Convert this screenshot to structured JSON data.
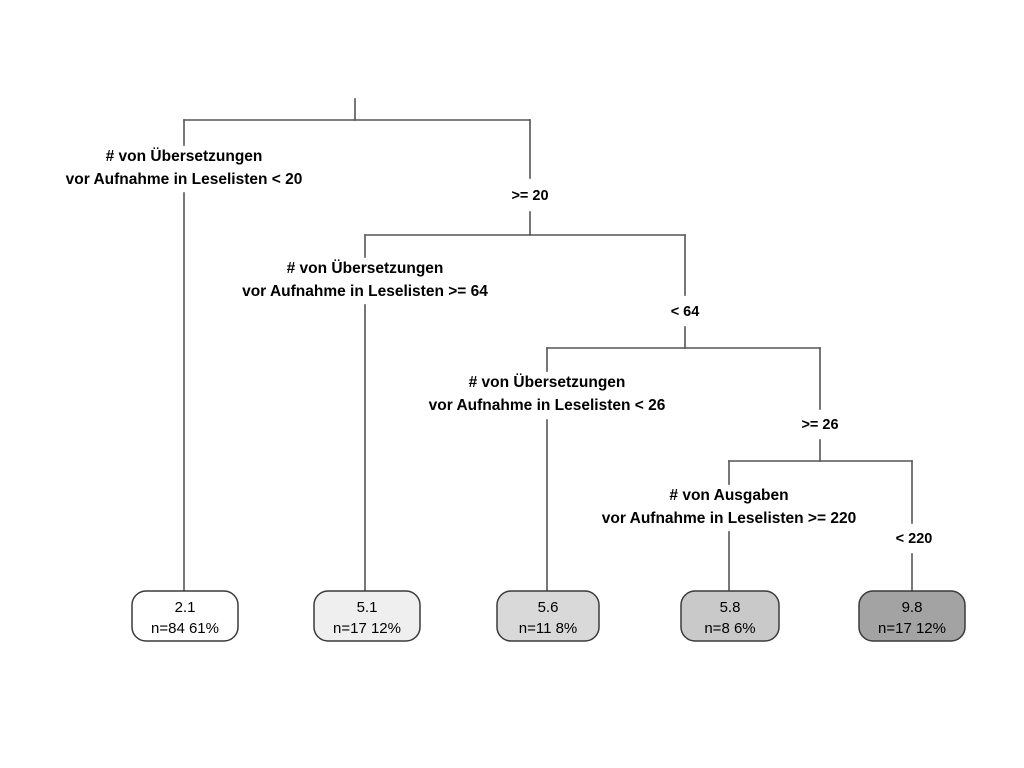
{
  "chart_data": {
    "type": "diagram",
    "diagram_kind": "decision-tree",
    "title": "",
    "nodes": [
      {
        "id": "split-1",
        "kind": "split",
        "variable": "# von Übersetzungen",
        "line1": "# von Übersetzungen",
        "line2": "vor Aufnahme in Leselisten < 20",
        "left_branch": "< 20",
        "right_branch": ">= 20"
      },
      {
        "id": "split-2",
        "kind": "split",
        "variable": "# von Übersetzungen",
        "line1": "# von Übersetzungen",
        "line2": "vor Aufnahme in Leselisten >= 64",
        "left_branch": ">= 64",
        "right_branch": "< 64"
      },
      {
        "id": "split-3",
        "kind": "split",
        "variable": "# von Übersetzungen",
        "line1": "# von Übersetzungen",
        "line2": "vor Aufnahme in Leselisten < 26",
        "left_branch": "< 26",
        "right_branch": ">= 26"
      },
      {
        "id": "split-4",
        "kind": "split",
        "variable": "# von Ausgaben",
        "line1": "# von Ausgaben",
        "line2": "vor Aufnahme in Leselisten >= 220",
        "left_branch": ">= 220",
        "right_branch": "< 220"
      }
    ],
    "branch_labels": [
      {
        "id": "branch-ge-20",
        "text": ">= 20"
      },
      {
        "id": "branch-lt-64",
        "text": "< 64"
      },
      {
        "id": "branch-ge-26",
        "text": ">= 26"
      },
      {
        "id": "branch-lt-220",
        "text": "< 220"
      }
    ],
    "leaves": [
      {
        "id": "leaf-1",
        "value": "2.1",
        "stats": "n=84  61%",
        "n": 84,
        "pct": "61%",
        "fill": "#FFFFFF"
      },
      {
        "id": "leaf-2",
        "value": "5.1",
        "stats": "n=17  12%",
        "n": 17,
        "pct": "12%",
        "fill": "#EFEFEF"
      },
      {
        "id": "leaf-3",
        "value": "5.6",
        "stats": "n=11  8%",
        "n": 11,
        "pct": "8%",
        "fill": "#D9D9D9"
      },
      {
        "id": "leaf-4",
        "value": "5.8",
        "stats": "n=8  6%",
        "n": 8,
        "pct": "6%",
        "fill": "#C9C9C9"
      },
      {
        "id": "leaf-5",
        "value": "9.8",
        "stats": "n=17  12%",
        "n": 17,
        "pct": "12%",
        "fill": "#A3A3A3"
      }
    ],
    "colors": {
      "background": "#FFFFFF",
      "edge": "#555555",
      "box_stroke": "#3A3A3A",
      "text": "#000000"
    }
  }
}
